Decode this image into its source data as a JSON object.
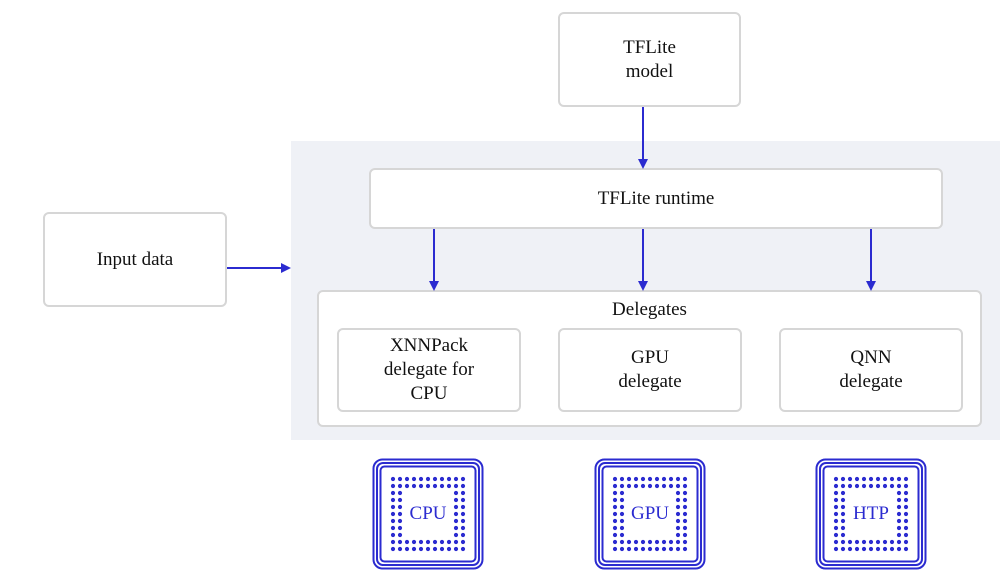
{
  "nodes": {
    "model": "TFLite\nmodel",
    "runtime": "TFLite runtime",
    "input": "Input data",
    "delegates_title": "Delegates",
    "xnnpack": "XNNPack\ndelegate for\nCPU",
    "gpu_delegate": "GPU\ndelegate",
    "qnn_delegate": "QNN\ndelegate"
  },
  "chips": {
    "cpu": "CPU",
    "gpu": "GPU",
    "htp": "HTP"
  },
  "colors": {
    "arrow": "#2b2bd0",
    "chip": "#2b2bd0",
    "panel": "#eff1f6",
    "border": "#d6d6d6"
  }
}
